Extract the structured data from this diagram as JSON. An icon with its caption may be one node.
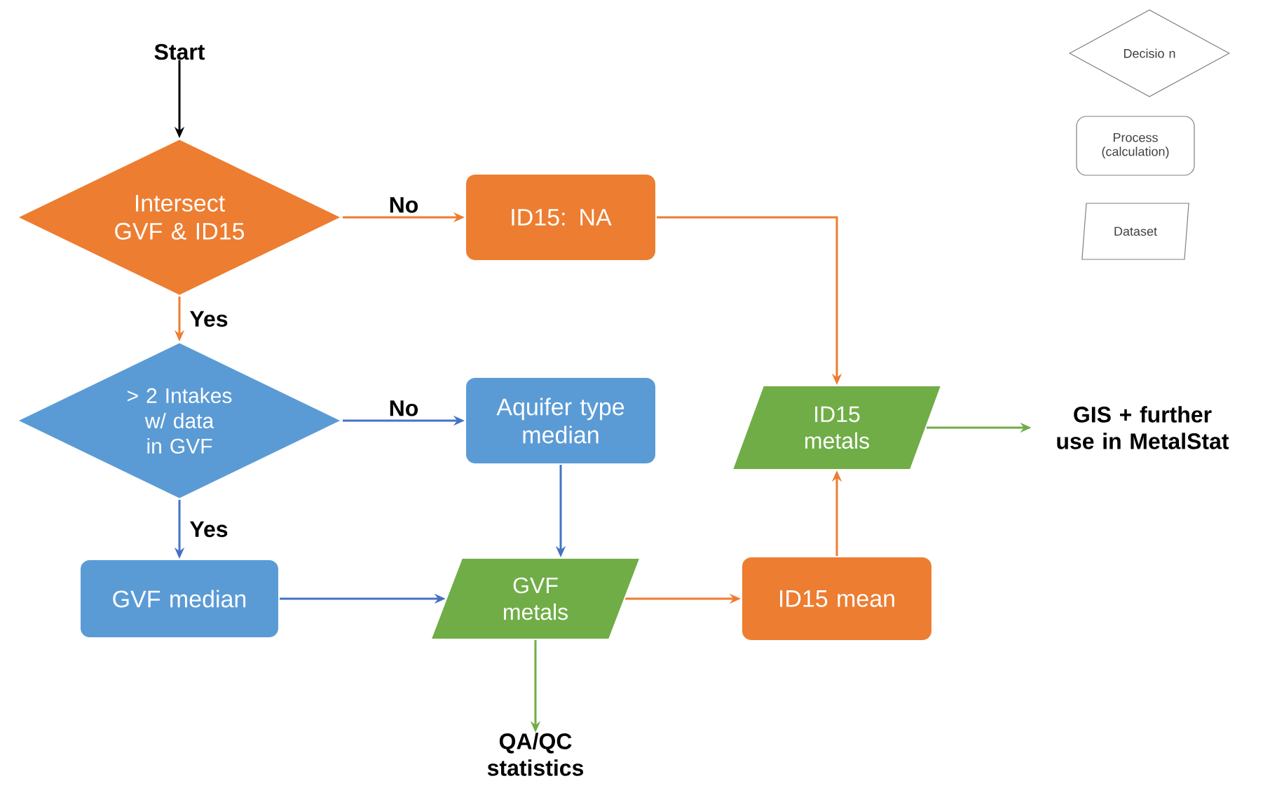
{
  "diagram": {
    "nodes": [
      {
        "text": [
          "Start"
        ]
      },
      {
        "text": [
          "Intersect GVF & ID15"
        ]
      },
      {
        "text": [
          "ID15: NA"
        ]
      },
      {
        "text": [
          "> 2 Intakes w/ data in GVF"
        ]
      },
      {
        "text": [
          "Aquifer type median"
        ]
      },
      {
        "text": [
          "GVF median"
        ]
      },
      {
        "text": [
          "GVF metals"
        ]
      },
      {
        "text": [
          "ID15 mean"
        ]
      },
      {
        "text": [
          "ID15 metals"
        ]
      },
      {
        "text": [
          "GIS + further use in MetalStat"
        ]
      },
      {
        "text": [
          "QA/QC statistics"
        ]
      },
      {
        "text": [
          "Decisio n"
        ]
      },
      {
        "text": [
          "Process (calculation)"
        ]
      },
      {
        "text": [
          "Dataset"
        ]
      }
    ],
    "edges": [
      {
        "from": 0,
        "to": 1,
        "arrow": "to",
        "color": "#000000"
      },
      {
        "from": 1,
        "to": 2,
        "arrow": "to",
        "label": "No",
        "color": "#ed7d31"
      },
      {
        "from": 1,
        "to": 3,
        "arrow": "to",
        "label": "Yes",
        "color": "#ed7d31"
      },
      {
        "from": 2,
        "to": 8,
        "arrow": "to",
        "color": "#ed7d31"
      },
      {
        "from": 3,
        "to": 4,
        "arrow": "to",
        "label": "No",
        "color": "#4472c4"
      },
      {
        "from": 3,
        "to": 5,
        "arrow": "to",
        "label": "Yes",
        "color": "#4472c4"
      },
      {
        "from": 4,
        "to": 6,
        "arrow": "to",
        "color": "#4472c4"
      },
      {
        "from": 5,
        "to": 6,
        "arrow": "to",
        "color": "#4472c4"
      },
      {
        "from": 6,
        "to": 7,
        "arrow": "to",
        "color": "#ed7d31"
      },
      {
        "from": 7,
        "to": 8,
        "arrow": "to",
        "color": "#ed7d31"
      },
      {
        "from": 8,
        "to": 9,
        "arrow": "to",
        "color": "#70ad47"
      },
      {
        "from": 6,
        "to": 10,
        "arrow": "to",
        "color": "#70ad47"
      }
    ]
  }
}
